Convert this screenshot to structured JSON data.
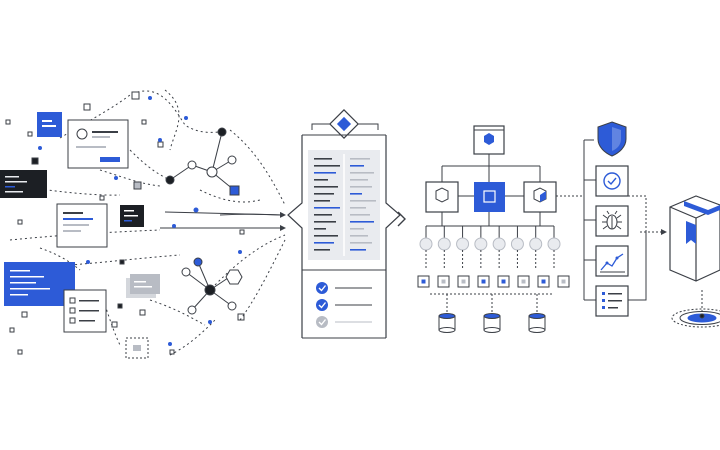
{
  "palette": {
    "accent": "#2d5bd7",
    "ink": "#1c1f24",
    "line": "#3b3f46",
    "muted": "#b8bcc4",
    "light": "#e9ebef",
    "paper": "#ffffff"
  },
  "stages": [
    {
      "id": "scattered-inputs",
      "icons": [
        "document-card",
        "code-window",
        "node-graph",
        "mini-square"
      ]
    },
    {
      "id": "funnel-processor",
      "icons": [
        "diamond-icon",
        "checklist-row",
        "check-circle-icon"
      ]
    },
    {
      "id": "hierarchy-tree",
      "icons": [
        "cube-icon",
        "circle-node",
        "database-icon"
      ]
    },
    {
      "id": "security-panel",
      "icons": [
        "shield-icon",
        "check-circle-icon",
        "bug-icon",
        "trend-chart-icon",
        "list-icon"
      ]
    },
    {
      "id": "packaged-output",
      "icons": [
        "box-icon",
        "target-icon"
      ]
    }
  ],
  "checklist": {
    "items": 3,
    "checked": 2
  },
  "tree": {
    "branch_nodes": 8,
    "leaf_cards": 8,
    "databases": 3
  }
}
